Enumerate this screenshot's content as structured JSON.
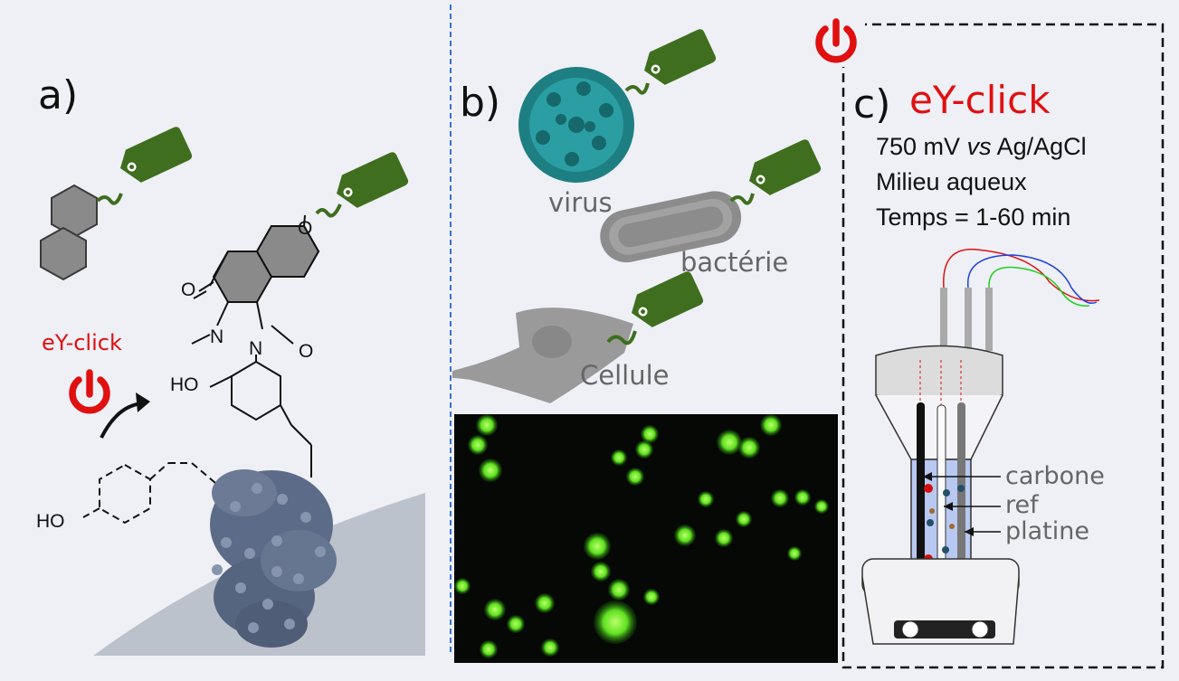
{
  "panel_a": {
    "label": "a)",
    "reaction_label": "eY-click",
    "atoms": {
      "o_top": "O",
      "o_left": "O",
      "n_left": "N",
      "n_right": "N",
      "o_right": "O",
      "ho_top": "HO",
      "ho_bottom": "HO"
    }
  },
  "panel_b": {
    "label": "b)",
    "virus": "virus",
    "bacteria": "bactérie",
    "cell": "Cellule"
  },
  "panel_c": {
    "label": "c)",
    "title": "eY-click",
    "conditions": {
      "line1_pre": "750 mV ",
      "line1_vs": "vs",
      "line1_post": " Ag/AgCl",
      "line2": "Milieu aqueux",
      "line3": "Temps = 1-60 min"
    },
    "electrodes": {
      "carbon": "carbone",
      "ref": "ref",
      "platinum": "platine"
    }
  },
  "colors": {
    "tag_green": "#3f6e1e",
    "accent_red": "#e01010",
    "fluor_green": "#6cff2a",
    "background": "#eef0f6"
  }
}
